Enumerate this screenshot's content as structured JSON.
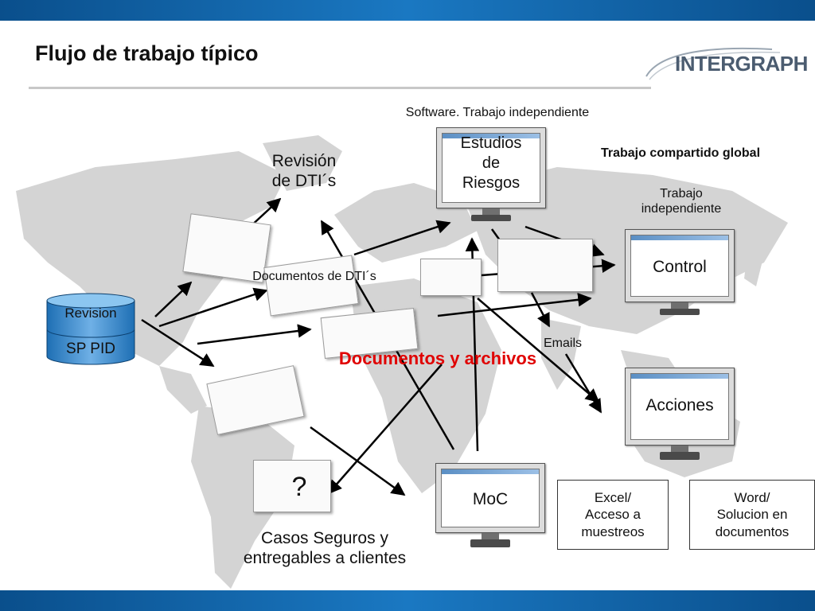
{
  "title": "Flujo de trabajo típico",
  "logo": {
    "text": "INTERGRAPH"
  },
  "database": {
    "label_top": "Revision",
    "label_main": "SP PID"
  },
  "labels": {
    "revision_dti": "Revisión\nde DTI´s",
    "documentos_dti": "Documentos de DTI´s",
    "software_independiente": "Software. Trabajo independiente",
    "trabajo_compartido": "Trabajo compartido global",
    "trabajo_independiente": "Trabajo\nindependiente",
    "emails": "Emails",
    "documentos_archivos": "Documentos y archivos",
    "casos_seguros": "Casos Seguros y\nentregables a clientes",
    "question_mark": "?"
  },
  "monitors": {
    "estudios": "Estudios\nde\nRiesgos",
    "control": "Control",
    "acciones": "Acciones",
    "moc": "MoC"
  },
  "boxes": {
    "excel": "Excel/\nAcceso a\nmuestreos",
    "word": "Word/\nSolucion en\ndocumentos"
  },
  "colors": {
    "accent_red": "#e00000",
    "band_blue": "#1a78c2",
    "map_gray": "#d4d4d4"
  }
}
